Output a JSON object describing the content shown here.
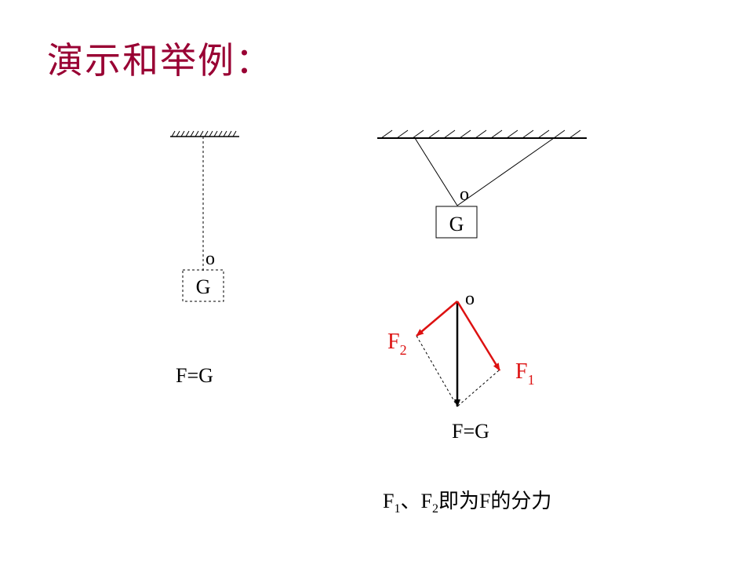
{
  "title": "演示和举例：",
  "left": {
    "point_label": "o",
    "weight_label": "G",
    "equation": "F=G"
  },
  "right_top": {
    "point_label": "o",
    "weight_label": "G"
  },
  "right_bottom": {
    "point_label": "o",
    "f1_base": "F",
    "f1_sub": "1",
    "f2_base": "F",
    "f2_sub": "2",
    "equation": "F=G"
  },
  "caption": {
    "f1_base": "F",
    "f1_sub": "1",
    "sep": "、",
    "f2_base": "F",
    "f2_sub": "2",
    "text": "即为F的分力"
  },
  "colors": {
    "title": "#990033",
    "component_force": "#dd1111",
    "line": "#000000"
  }
}
